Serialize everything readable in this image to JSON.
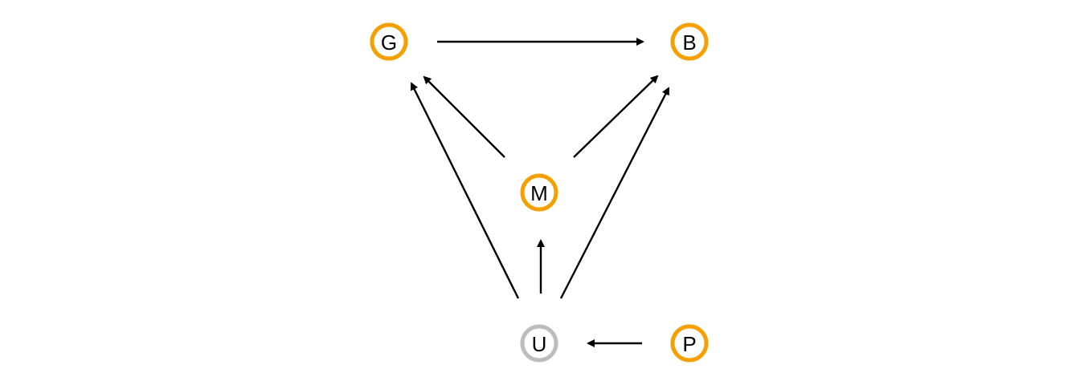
{
  "diagram": {
    "type": "directed-acyclic-graph",
    "colors": {
      "observed": "#F5A000",
      "unobserved": "#BDBDBD",
      "edge": "#000000"
    },
    "nodes": [
      {
        "id": "G",
        "label": "G",
        "status": "observed"
      },
      {
        "id": "B",
        "label": "B",
        "status": "observed"
      },
      {
        "id": "M",
        "label": "M",
        "status": "observed"
      },
      {
        "id": "U",
        "label": "U",
        "status": "unobserved"
      },
      {
        "id": "P",
        "label": "P",
        "status": "observed"
      }
    ],
    "edges": [
      {
        "from": "G",
        "to": "B"
      },
      {
        "from": "M",
        "to": "G"
      },
      {
        "from": "M",
        "to": "B"
      },
      {
        "from": "U",
        "to": "G"
      },
      {
        "from": "U",
        "to": "M"
      },
      {
        "from": "U",
        "to": "B"
      },
      {
        "from": "P",
        "to": "U"
      }
    ]
  }
}
